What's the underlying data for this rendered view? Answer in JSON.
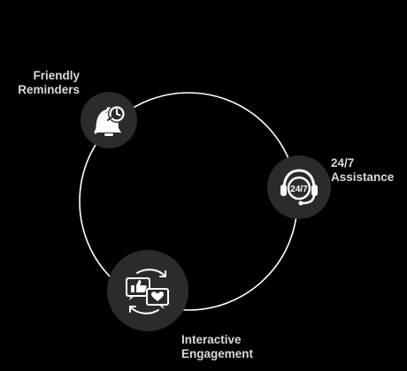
{
  "features": [
    {
      "label_line1": "Friendly",
      "label_line2": "Reminders",
      "icon": "alarm-bell-icon"
    },
    {
      "label_line1": "24/7",
      "label_line2": "Assistance",
      "icon": "headset-247-icon",
      "badge_text": "24/7"
    },
    {
      "label_line1": "Interactive",
      "label_line2": "Engagement",
      "icon": "like-love-chat-icon"
    }
  ],
  "colors": {
    "background": "#000000",
    "ring": "#ffffff",
    "node": "#2b2b2b",
    "text": "#d9d9d9",
    "icon": "#ffffff"
  }
}
